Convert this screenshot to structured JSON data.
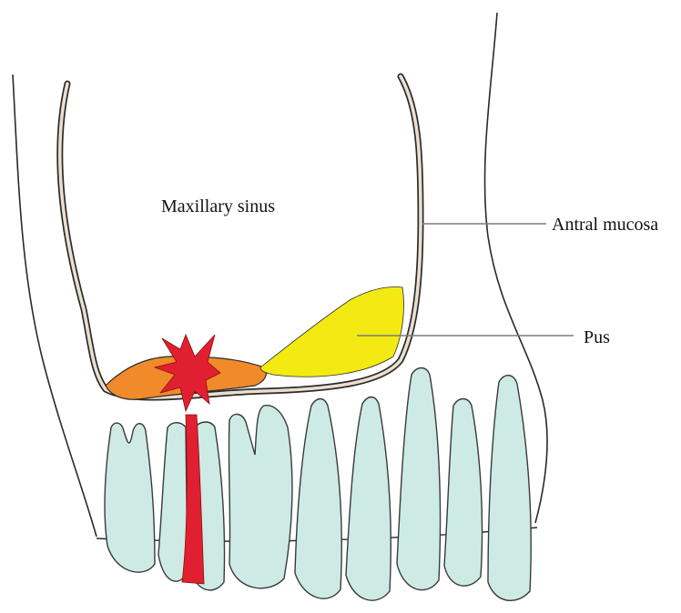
{
  "labels": {
    "sinus": "Maxillary sinus",
    "mucosa": "Antral mucosa",
    "pus": "Pus"
  },
  "colors": {
    "outline": "#2a2a2a",
    "mucosa_fill": "#eadfce",
    "pus": "#f2ea12",
    "inflamed_mucosa": "#f08a2a",
    "fracture": "#e02030",
    "tooth": "#cdebe4",
    "leader": "#7a7a7a"
  }
}
